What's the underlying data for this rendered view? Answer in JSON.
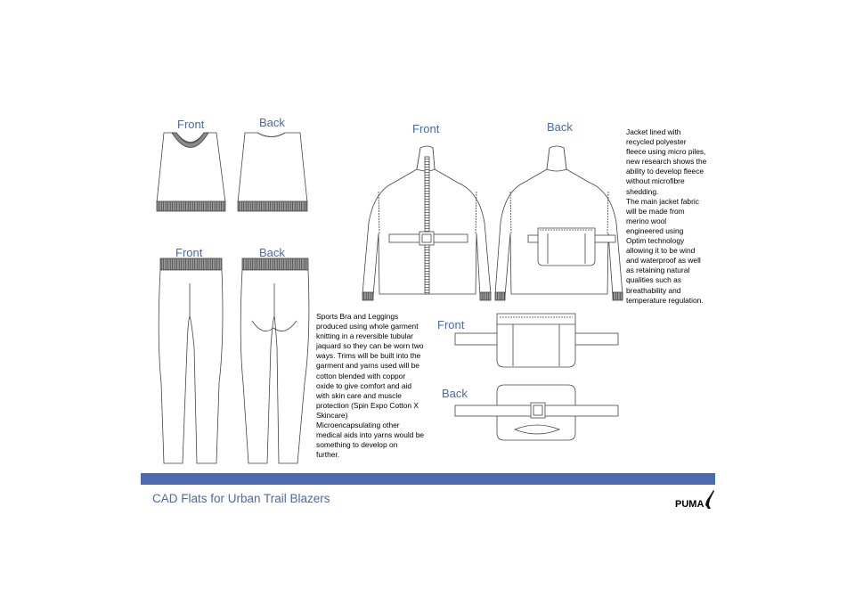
{
  "labels": {
    "bra_front": "Front",
    "bra_back": "Back",
    "leggings_front": "Front",
    "leggings_back": "Back",
    "jacket_front": "Front",
    "jacket_back": "Back",
    "belt_front": "Front",
    "belt_back": "Back"
  },
  "jacket_description": [
    "Jacket lined with",
    "recycled polyester",
    "fleece using micro piles,",
    "new research shows the",
    "ability to develop fleece",
    "without microfibre",
    "shedding.",
    "The main jacket fabric",
    "will be made from",
    "merino wool",
    "engineered using",
    "Optim technology",
    "allowing it to be wind",
    "and waterproof as well",
    "as retaining natural",
    "qualities such as",
    "breathability and",
    "temperature regulation."
  ],
  "sportswear_description": [
    "Sports Bra and Leggings",
    "produced using whole garment",
    "knitting in a reversible tubular",
    "jaquard so they can be worn two",
    "ways. Trims will be built into the",
    "garment and yarns used will be",
    "cotton blended with coppor",
    "oxide to give comfort and aid",
    "with skin care and muscle",
    "protection (Spin Expo Cotton X",
    "Skincare)",
    "Microencapsulating other",
    "medical aids into yarns would be",
    "something to develop on",
    "further."
  ],
  "footer": {
    "title": "CAD Flats for Urban Trail Blazers",
    "logo_text": "PUMA",
    "bar_color": "#4a6bb0",
    "accent_color": "#4a69a8"
  }
}
